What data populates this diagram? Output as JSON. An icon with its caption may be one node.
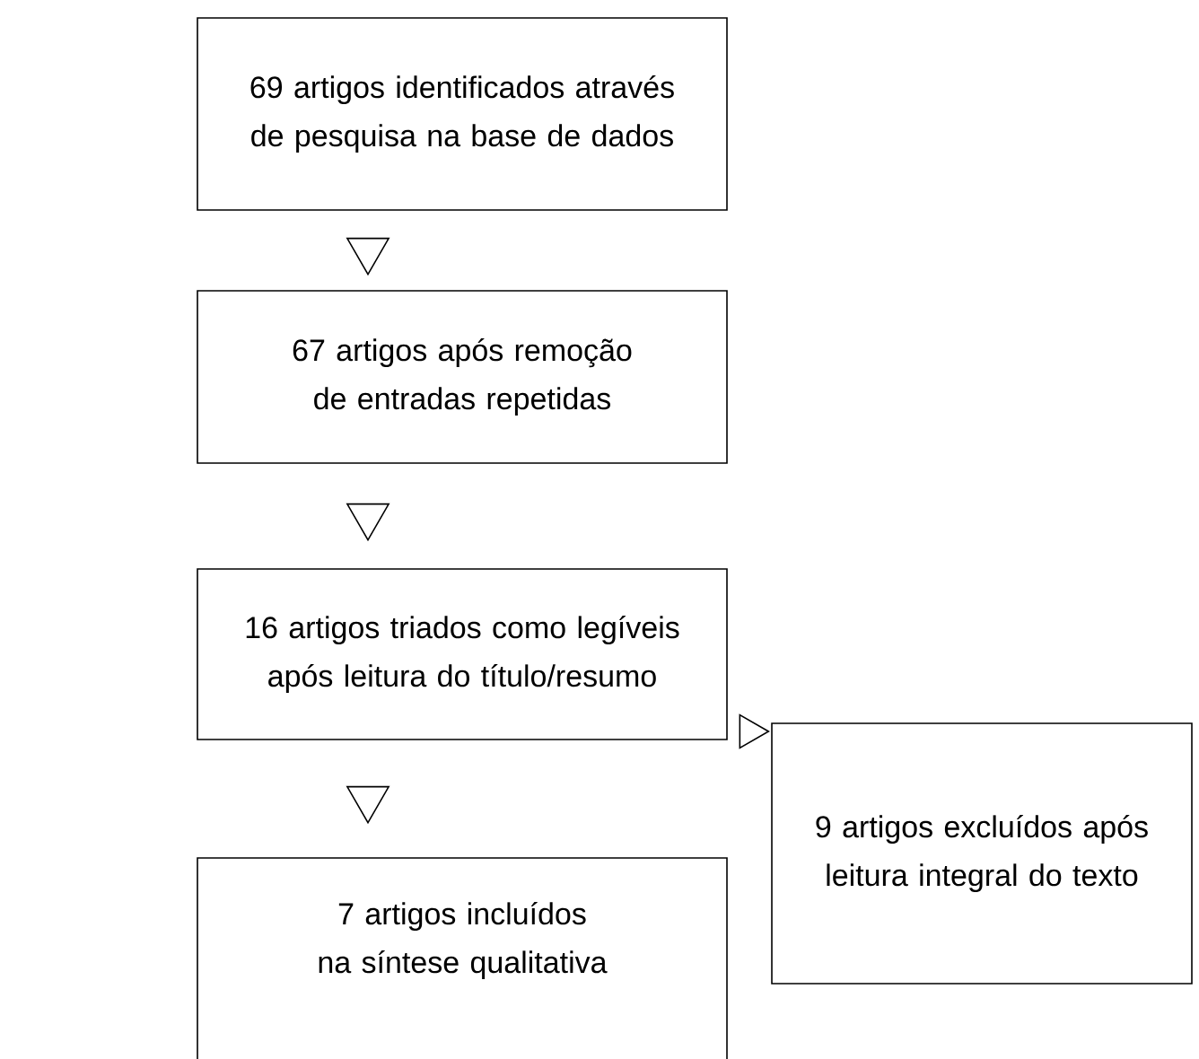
{
  "diagram": {
    "nodes": [
      {
        "text": [
          "69 artigos identificados através de pesquisa na base de dados"
        ]
      },
      {
        "text": [
          "67 artigos após remoção de entradas repetidas"
        ]
      },
      {
        "text": [
          "16 artigos triados como legíveis após leitura do título/resumo"
        ]
      },
      {
        "text": [
          "7 artigos incluídos na síntese qualitativa"
        ]
      },
      {
        "text": [
          "9 artigos excluídos após leitura integral do texto"
        ]
      }
    ],
    "edges": [
      {
        "from": 0,
        "to": 1,
        "arrow": "to"
      },
      {
        "from": 1,
        "to": 2,
        "arrow": "to"
      },
      {
        "from": 2,
        "to": 3,
        "arrow": "to"
      },
      {
        "from": 2,
        "to": 4,
        "arrow": "to"
      }
    ]
  }
}
